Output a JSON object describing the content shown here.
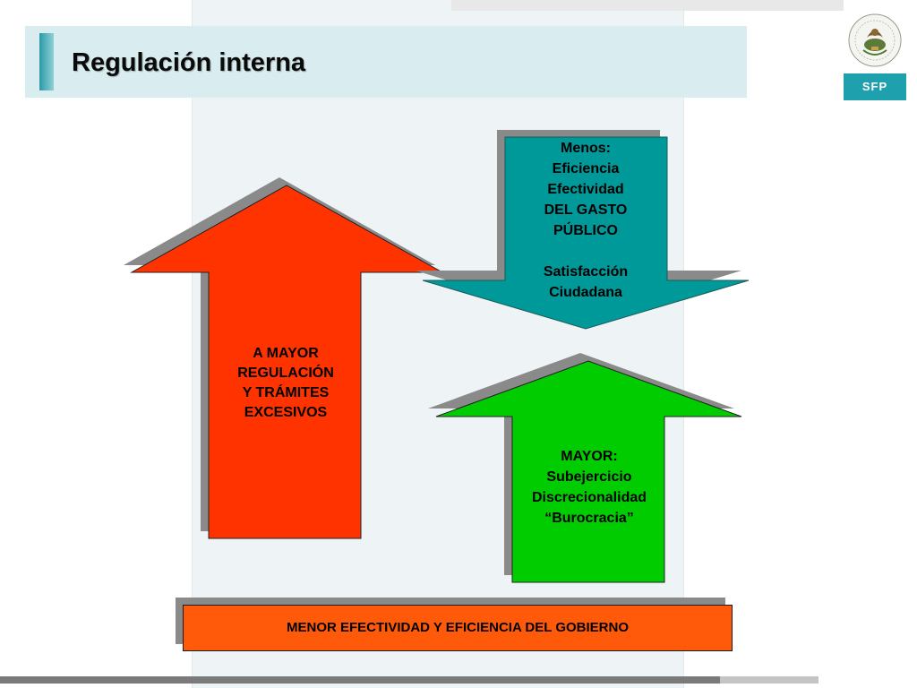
{
  "slide": {
    "title": "Regulación interna"
  },
  "logo": {
    "badge_text": "SFP"
  },
  "diagram": {
    "red_arrow_text": "A MAYOR\nREGULACIÓN\nY TRÁMITES\nEXCESIVOS",
    "teal_arrow_text": "Menos:\nEficiencia\nEfectividad\nDEL GASTO\nPÚBLICO\n\nSatisfacción\nCiudadana",
    "green_arrow_text": "MAYOR:\nSubejercicio\nDiscrecionalidad\n“Burocracia”",
    "bottom_box_text": "MENOR EFECTIVIDAD Y EFICIENCIA DEL GOBIERNO"
  },
  "colors": {
    "red_arrow": "#ff3300",
    "teal_arrow": "#009999",
    "green_arrow": "#00cc00",
    "bottom_box": "#ff5a0a",
    "shadow": "#8a8a8a",
    "title_band": "#d9edf0",
    "badge": "#1ea0ad"
  }
}
